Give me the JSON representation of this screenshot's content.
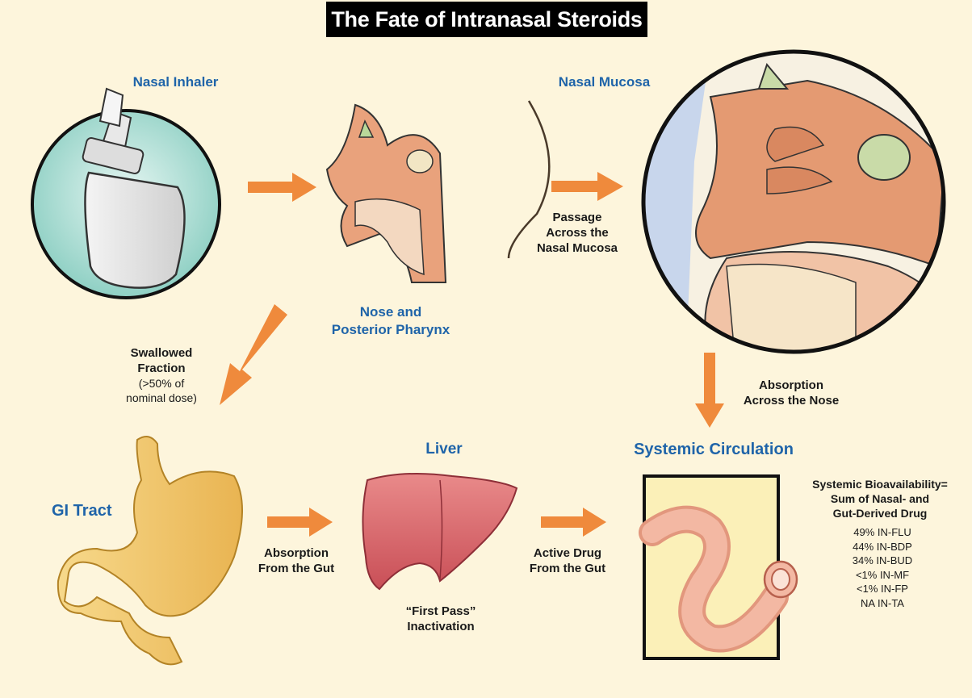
{
  "title": "The Fate of Intranasal Steroids",
  "nodes": {
    "nasal_inhaler": "Nasal Inhaler",
    "nose_pharynx_line1": "Nose and",
    "nose_pharynx_line2": "Posterior Pharynx",
    "nasal_mucosa": "Nasal Mucosa",
    "gi_tract": "GI Tract",
    "liver": "Liver",
    "systemic_circulation": "Systemic Circulation"
  },
  "edges": {
    "passage_line1": "Passage",
    "passage_line2": "Across the",
    "passage_line3": "Nasal Mucosa",
    "absorption_nose_line1": "Absorption",
    "absorption_nose_line2": "Across the Nose",
    "swallowed_line1": "Swallowed",
    "swallowed_line2": "Fraction",
    "swallowed_line3": "(>50% of",
    "swallowed_line4": "nominal dose)",
    "gut_absorption_line1": "Absorption",
    "gut_absorption_line2": "From the Gut",
    "active_drug_line1": "Active Drug",
    "active_drug_line2": "From the Gut",
    "first_pass_line1": "“First Pass”",
    "first_pass_line2": "Inactivation"
  },
  "bioavailability": {
    "heading_line1": "Systemic Bioavailability=",
    "heading_line2": "Sum of Nasal- and",
    "heading_line3": "Gut-Derived Drug",
    "items": [
      "49% IN-FLU",
      "44% IN-BDP",
      "34% IN-BUD",
      "<1% IN-MF",
      "<1% IN-FP",
      "NA IN-TA"
    ]
  },
  "colors": {
    "background": "#fdf5dc",
    "arrow": "#ef8a3c",
    "label_blue": "#1f64a9",
    "tissue": "#e8a07a",
    "stomach": "#f3c96b",
    "liver": "#d9646a",
    "vessel": "#f1b5a0",
    "inhaler_circle": "#b8e3da"
  }
}
